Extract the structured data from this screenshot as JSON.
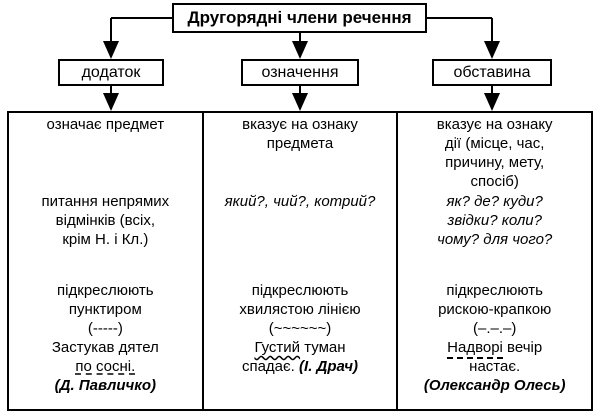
{
  "title": "Другорядні члени речення",
  "categories": [
    {
      "name": "додаток",
      "description": [
        "означає предмет"
      ],
      "question": [
        "питання непрямих",
        "відмінків (всіх,",
        "крім Н. і Кл.)"
      ],
      "underline": [
        "підкреслюють",
        "пунктиром"
      ],
      "marker": "(-----)",
      "example_line1": "Застукав дятел",
      "example_underlined": "по сосні.",
      "example_author": "(Д. Павличко)"
    },
    {
      "name": "означення",
      "description": [
        "вказує на ознаку",
        "предмета"
      ],
      "question": [
        "який?, чий?, котрий?"
      ],
      "underline": [
        "підкреслюють",
        "хвилястою лінією"
      ],
      "marker": "(~~~~~~)",
      "example_underlined": "Густий",
      "example_rest1": " туман",
      "example_line2": "спадає.",
      "example_author": "(І. Драч)"
    },
    {
      "name": "обставина",
      "description": [
        "вказує на ознаку",
        "дії (місце, час,",
        "причину, мету,",
        "спосіб)"
      ],
      "question": [
        "як? де? куди?",
        "звідки? коли?",
        "чому? для чого?"
      ],
      "underline": [
        "підкреслюють",
        "рискою-крапкою"
      ],
      "marker": "(–.–.–)",
      "example_underlined": "Надворі",
      "example_rest1": " вечір",
      "example_line2": "настає.",
      "example_author": "(Олександр Олесь)"
    }
  ]
}
